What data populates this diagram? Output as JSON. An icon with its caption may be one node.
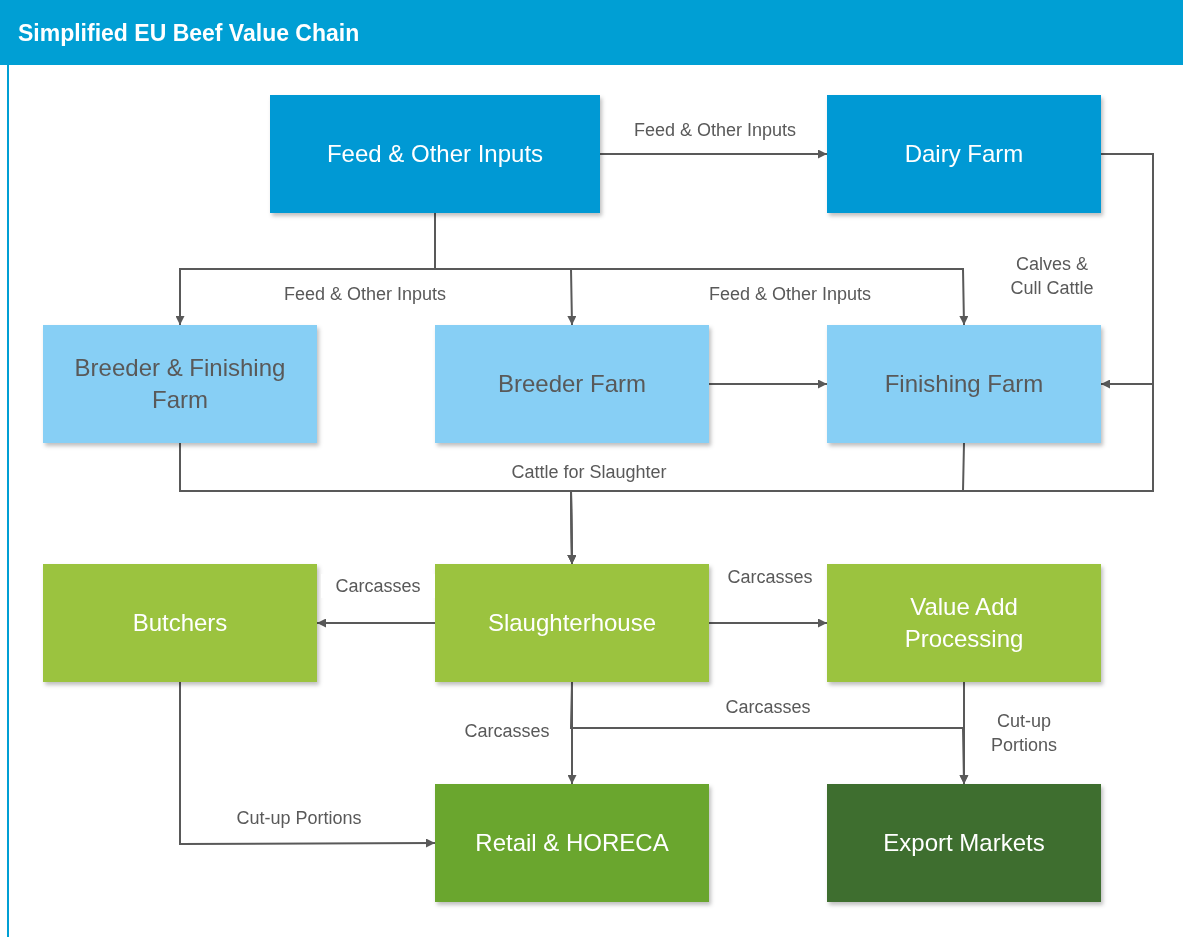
{
  "diagram": {
    "title": "Simplified EU Beef Value Chain",
    "nodes": [
      {
        "text": [
          "Feed & Other Inputs"
        ]
      },
      {
        "text": [
          "Dairy Farm"
        ]
      },
      {
        "text": [
          "Breeder & Finishing Farm"
        ]
      },
      {
        "text": [
          "Breeder Farm"
        ]
      },
      {
        "text": [
          "Finishing Farm"
        ]
      },
      {
        "text": [
          "Butchers"
        ]
      },
      {
        "text": [
          "Slaughterhouse"
        ]
      },
      {
        "text": [
          "Value Add Processing"
        ]
      },
      {
        "text": [
          "Retail & HORECA"
        ]
      },
      {
        "text": [
          "Export Markets"
        ]
      }
    ],
    "edges": [
      {
        "from": 0,
        "to": 1,
        "arrow": "to",
        "label": "Feed & Other Inputs"
      },
      {
        "from": 0,
        "to": 2,
        "arrow": "to",
        "label": "Feed & Other Inputs"
      },
      {
        "from": 0,
        "to": 3,
        "arrow": "to"
      },
      {
        "from": 0,
        "to": 4,
        "arrow": "to",
        "label": "Feed & Other Inputs"
      },
      {
        "from": 3,
        "to": 4,
        "arrow": "to"
      },
      {
        "from": 1,
        "to": 4,
        "arrow": "to",
        "label": "Calves & Cull Cattle"
      },
      {
        "from": 1,
        "to": 6,
        "arrow": "to"
      },
      {
        "from": 2,
        "to": 6,
        "arrow": "to",
        "label": "Cattle for Slaughter"
      },
      {
        "from": 4,
        "to": 6,
        "arrow": "to"
      },
      {
        "from": 6,
        "to": 5,
        "arrow": "to",
        "label": "Carcasses"
      },
      {
        "from": 6,
        "to": 7,
        "arrow": "to",
        "label": "Carcasses"
      },
      {
        "from": 6,
        "to": 8,
        "arrow": "to",
        "label": "Carcasses"
      },
      {
        "from": 6,
        "to": 9,
        "arrow": "to",
        "label": "Carcasses"
      },
      {
        "from": 7,
        "to": 9,
        "arrow": "to",
        "label": "Cut-up Portions"
      },
      {
        "from": 5,
        "to": 8,
        "arrow": "to",
        "label": "Cut-up Portions"
      }
    ]
  }
}
